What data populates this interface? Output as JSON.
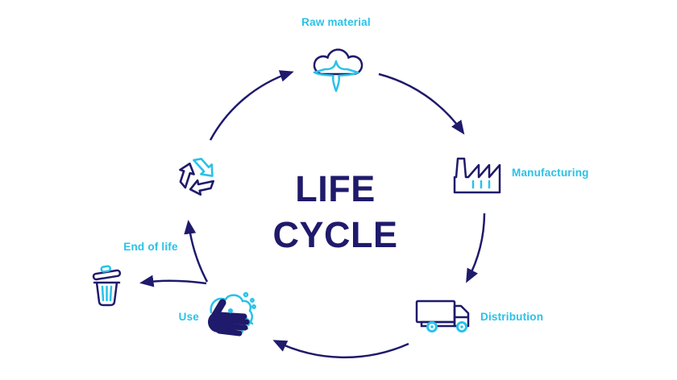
{
  "title": {
    "line1": "LIFE",
    "line2": "CYCLE"
  },
  "stages": [
    {
      "id": "raw-material",
      "label": "Raw material",
      "icon": "cotton-plant-icon"
    },
    {
      "id": "manufacturing",
      "label": "Manufacturing",
      "icon": "factory-icon"
    },
    {
      "id": "distribution",
      "label": "Distribution",
      "icon": "truck-icon"
    },
    {
      "id": "use",
      "label": "Use",
      "icon": "hands-washing-icon"
    },
    {
      "id": "end-of-life",
      "label": "End of life",
      "icon": "trash-bin-icon"
    },
    {
      "id": "recycling",
      "label": "",
      "icon": "recycle-arrows-icon"
    }
  ],
  "flow": [
    "recycling -> raw-material",
    "raw-material -> manufacturing",
    "manufacturing -> distribution",
    "distribution -> use",
    "use -> end-of-life",
    "use -> recycling"
  ],
  "colors": {
    "navy": "#1f1a6b",
    "cyan": "#29c2e8",
    "background": "#ffffff"
  }
}
